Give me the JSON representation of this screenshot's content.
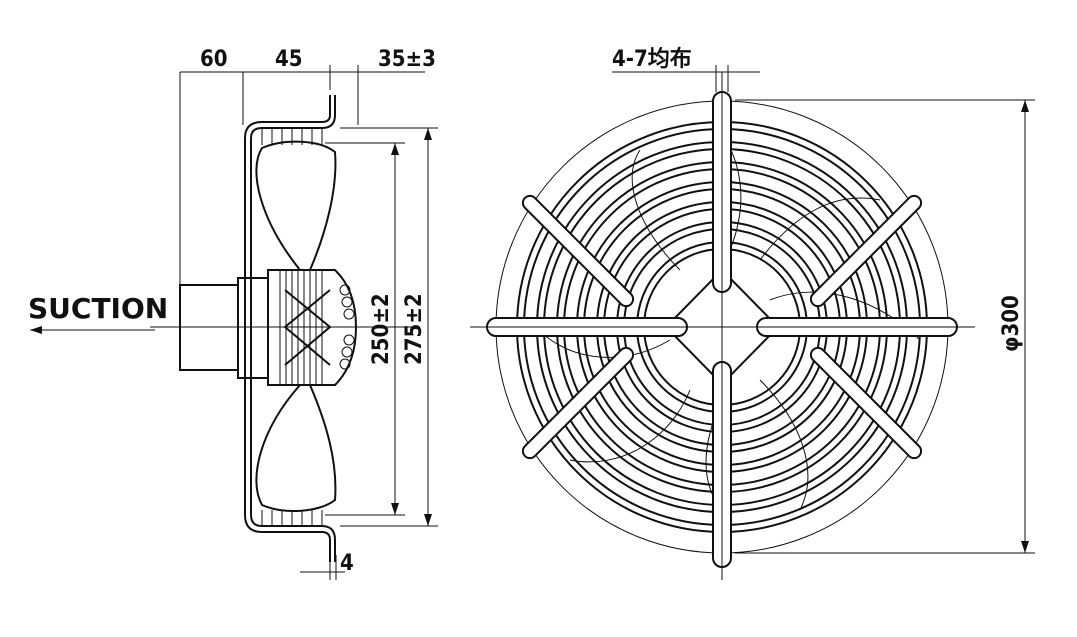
{
  "side_view": {
    "suction_label": "SUCTION",
    "dim_motor_depth": "60",
    "dim_frame_depth": "45",
    "dim_flange": "35±3",
    "dim_flange_thickness": "4",
    "dim_blade_dia": "250±2",
    "dim_ring_dia": "275±2"
  },
  "front_view": {
    "dim_holes": "4-7均布",
    "dim_outer_dia": "φ300"
  }
}
